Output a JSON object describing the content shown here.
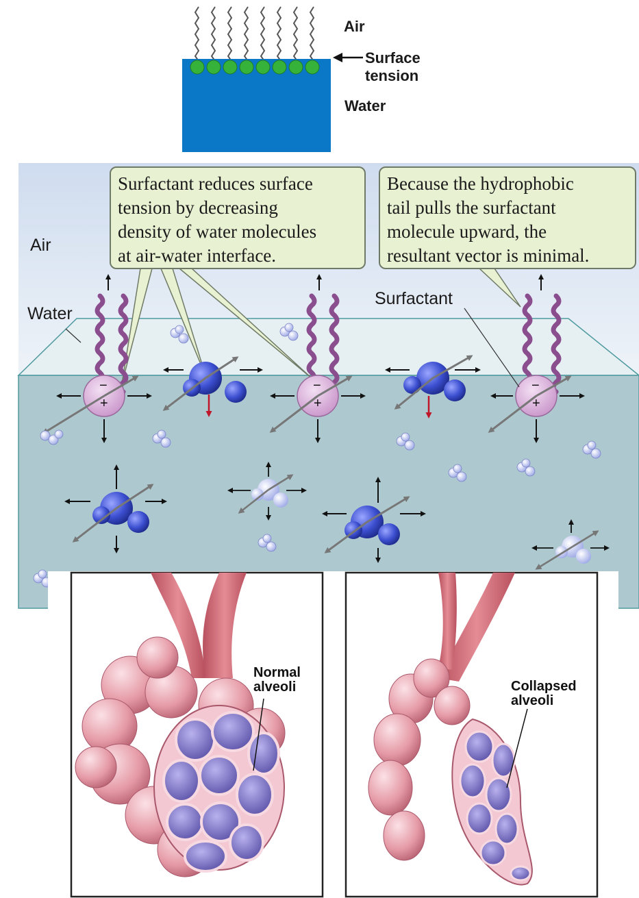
{
  "surface_tension_diagram": {
    "air_label": "Air",
    "pointer_label_line1": "Surface",
    "pointer_label_line2": "tension",
    "water_label": "Water",
    "colors": {
      "water": "#0a78c6",
      "molecules": "#36b23a"
    }
  },
  "surfactant_diagram": {
    "air_label": "Air",
    "water_label": "Water",
    "surfactant_label": "Surfactant",
    "callout_left": [
      "Surfactant reduces surface",
      "tension by decreasing",
      "density of water molecules",
      "at air-water interface."
    ],
    "callout_right": [
      "Because the hydrophobic",
      "tail pulls the surfactant",
      "molecule upward, the",
      "resultant vector is minimal."
    ],
    "charge_minus": "−",
    "charge_plus": "+",
    "colors": {
      "air": "#dce8f6",
      "water": "#adc9cf",
      "callout": "#e9f1d3",
      "surfactant_head": "#d9b4d9"
    }
  },
  "alveoli_panels": {
    "normal_label_line1": "Normal",
    "normal_label_line2": "alveoli",
    "collapsed_label_line1": "Collapsed",
    "collapsed_label_line2": "alveoli",
    "colors": {
      "tissue": "#e59aa6",
      "interior": "#7b74c4"
    }
  }
}
